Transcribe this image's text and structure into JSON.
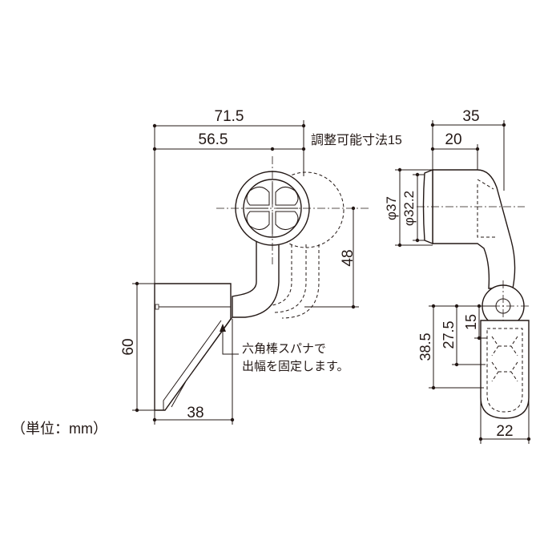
{
  "drawing": {
    "dims": {
      "overall_width": "71.5",
      "pin_offset": "56.5",
      "adjust_label": "調整可能寸法15",
      "height_48": "48",
      "height_60": "60",
      "base_38": "38",
      "side_35": "35",
      "side_20": "20",
      "dia_37": "φ37",
      "dia_32": "φ32.2",
      "bot_38_5": "38.5",
      "bot_27_5": "27.5",
      "bot_15": "15",
      "bot_22": "22"
    },
    "note_line1": "六角棒スパナで",
    "note_line2": "出幅を固定します。",
    "unit": "（単位：mm）"
  }
}
